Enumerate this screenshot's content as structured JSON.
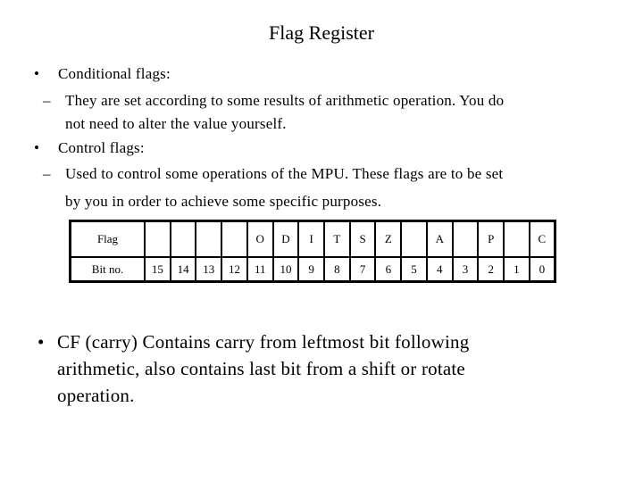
{
  "slide": {
    "title": "Flag Register",
    "bullet_char": "•",
    "dash_char": "–"
  },
  "content": {
    "bullet1": {
      "label": "Conditional flags:"
    },
    "sub1": {
      "lines": [
        "They are set according to some results of arithmetic operation. You do",
        "not need to alter the value yourself."
      ]
    },
    "bullet2": {
      "label": "Control flags:"
    },
    "sub2": {
      "lines": [
        "Used to control some operations of the MPU. These flags are to be set",
        "by you in order to achieve some specific purposes."
      ]
    },
    "bullet3": {
      "lines": [
        "CF (carry) Contains carry from leftmost bit following",
        "arithmetic, also contains last bit from a shift or rotate",
        "operation."
      ]
    }
  },
  "table": {
    "row1_header": "Flag",
    "row2_header": "Bit no.",
    "flags": [
      "",
      "",
      "",
      "",
      "O",
      "D",
      "I",
      "T",
      "S",
      "Z",
      "",
      "A",
      "",
      "P",
      "",
      "C"
    ],
    "bits": [
      "15",
      "14",
      "13",
      "12",
      "11",
      "10",
      "9",
      "8",
      "7",
      "6",
      "5",
      "4",
      "3",
      "2",
      "1",
      "0"
    ]
  },
  "colors": {
    "background": "#ffffff",
    "text": "#000000",
    "border": "#000000"
  }
}
